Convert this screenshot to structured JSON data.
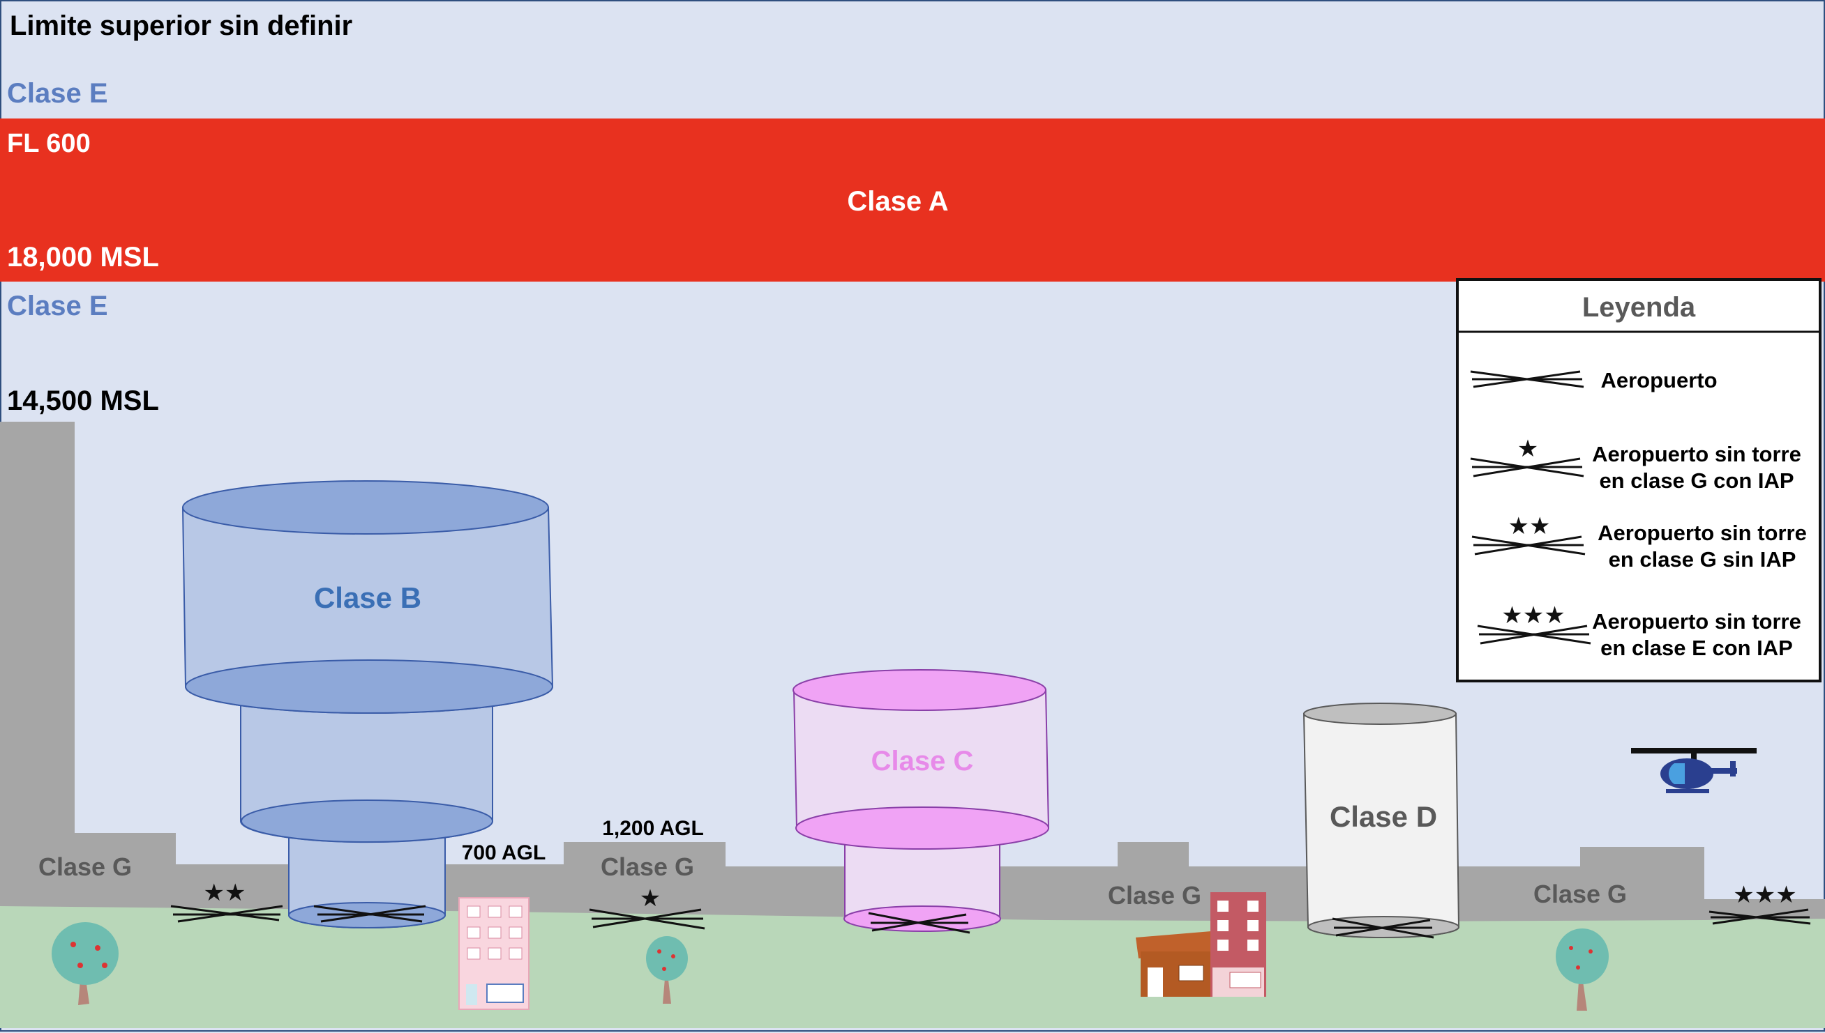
{
  "labels": {
    "upper_limit": "Limite superior sin definir",
    "class_e_top": "Clase E",
    "fl600": "FL 600",
    "class_a": "Clase A",
    "msl18000": "18,000 MSL",
    "class_e_mid": "Clase E",
    "msl14500": "14,500 MSL",
    "class_b": "Clase B",
    "class_c": "Clase C",
    "class_d": "Clase D",
    "agl700": "700 AGL",
    "agl1200": "1,200 AGL",
    "class_g_1": "Clase G",
    "class_g_2": "Clase G",
    "class_g_3": "Clase G",
    "class_g_4": "Clase G"
  },
  "legend": {
    "title": "Leyenda",
    "items": [
      {
        "line1": "Aeropuerto",
        "line2": "",
        "stars": ""
      },
      {
        "line1": "Aeropuerto sin torre",
        "line2": "en clase G con IAP",
        "stars": "★"
      },
      {
        "line1": "Aeropuerto sin torre",
        "line2": "en clase G sin IAP",
        "stars": "★★"
      },
      {
        "line1": "Aeropuerto sin torre",
        "line2": "en clase E con IAP",
        "stars": "★★★"
      }
    ]
  },
  "markers": {
    "airport_2star": "★★",
    "airport_1star": "★",
    "airport_3star": "★★★"
  },
  "colors": {
    "sky": "#dce3f2",
    "class_a": "#e8311f",
    "class_b": "#8ea8d9",
    "class_c": "#f0a3f5",
    "class_d": "#f2f2f2",
    "terrain_g": "#a6a6a6",
    "ground": "#b9d7b9",
    "class_e_text": "#5b7dc0"
  },
  "icons": [
    "tree-icon",
    "apartment-building-icon",
    "house-icon",
    "helicopter-icon",
    "airport-runway-icon"
  ]
}
